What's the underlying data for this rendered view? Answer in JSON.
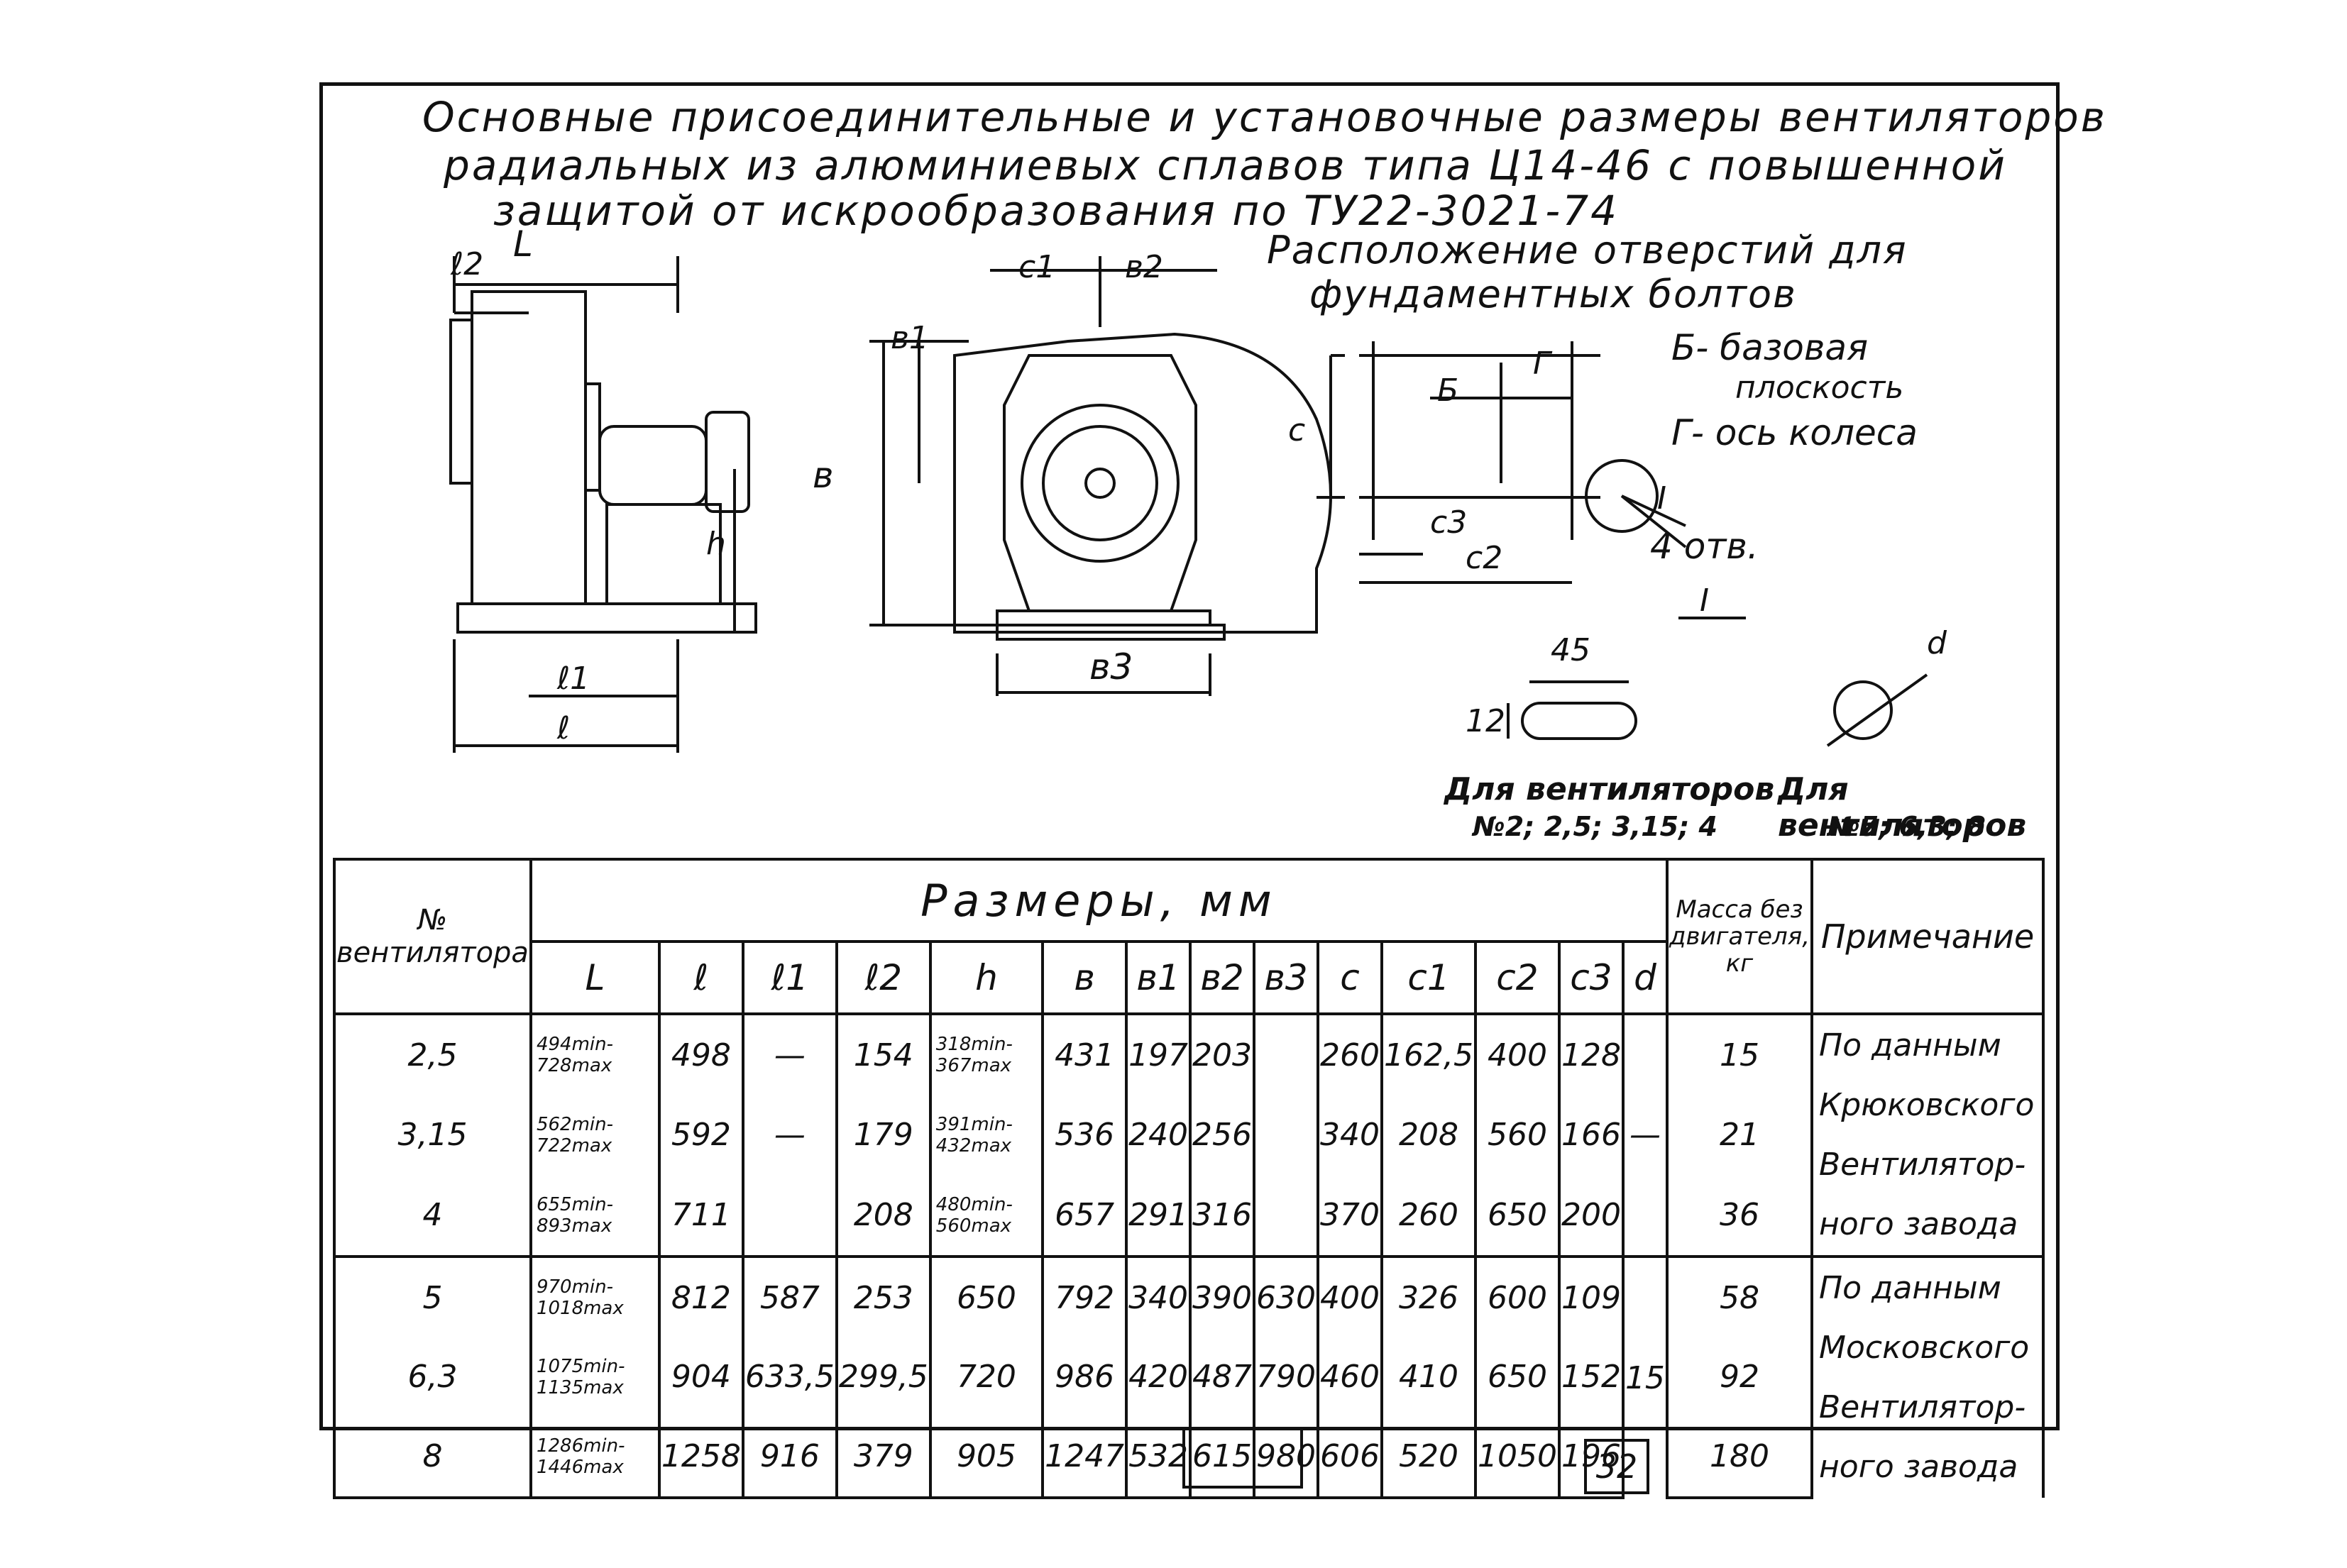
{
  "title": {
    "line1": "Основные присоединительные и установочные размеры вентиляторов",
    "line2": "радиальных из алюминиевых сплавов типа Ц14-46 с повышенной",
    "line3": "защитой от искрообразования по ТУ22-3021-74"
  },
  "holes": {
    "heading1": "Расположение отверстий для",
    "heading2": "фундаментных болтов",
    "legend_b": "Б- базовая",
    "legend_b2": "плоскость",
    "legend_g": "Г- ось колеса",
    "holes_count": "4 отв.",
    "detail": "I",
    "caption_left1": "Для вентиляторов",
    "caption_left2": "№2; 2,5; 3,15; 4",
    "caption_right1": "Для вентиляторов",
    "caption_right2": "№5; 6,3; 8"
  },
  "dims": {
    "L": "L",
    "l": "ℓ",
    "l1": "ℓ1",
    "l2": "ℓ2",
    "h": "h",
    "b": "в",
    "b1": "в1",
    "b2": "в2",
    "b3": "в3",
    "c": "с",
    "c1": "с1",
    "c2": "с2",
    "c3": "с3",
    "B": "Б",
    "G": "Г",
    "d": "d",
    "slot_len": "45",
    "slot_w": "12"
  },
  "table": {
    "col_n": "№ вентилятора",
    "sizes_header": "Размеры, мм",
    "mass_header": "Масса без двигателя, кг",
    "note_header": "Примечание",
    "columns": [
      "L",
      "ℓ",
      "ℓ1",
      "ℓ2",
      "h",
      "в",
      "в1",
      "в2",
      "в3",
      "с",
      "с1",
      "с2",
      "с3",
      "d"
    ],
    "rows": [
      {
        "n": "2,5",
        "L": "494min-728max",
        "l": "498",
        "l1": "—",
        "l2": "154",
        "h": "318min-367max",
        "b": "431",
        "b1": "197",
        "b2": "203",
        "b3": "",
        "c": "260",
        "c1": "162,5",
        "c2": "400",
        "c3": "128",
        "d": "",
        "mass": "15"
      },
      {
        "n": "3,15",
        "L": "562min-722max",
        "l": "592",
        "l1": "—",
        "l2": "179",
        "h": "391min-432max",
        "b": "536",
        "b1": "240",
        "b2": "256",
        "b3": "",
        "c": "340",
        "c1": "208",
        "c2": "560",
        "c3": "166",
        "d": "—",
        "mass": "21"
      },
      {
        "n": "4",
        "L": "655min-893max",
        "l": "711",
        "l1": "",
        "l2": "208",
        "h": "480min-560max",
        "b": "657",
        "b1": "291",
        "b2": "316",
        "b3": "",
        "c": "370",
        "c1": "260",
        "c2": "650",
        "c3": "200",
        "d": "",
        "mass": "36"
      },
      {
        "n": "5",
        "L": "970min-1018max",
        "l": "812",
        "l1": "587",
        "l2": "253",
        "h": "650",
        "b": "792",
        "b1": "340",
        "b2": "390",
        "b3": "630",
        "c": "400",
        "c1": "326",
        "c2": "600",
        "c3": "109",
        "d": "",
        "mass": "58"
      },
      {
        "n": "6,3",
        "L": "1075min-1135max",
        "l": "904",
        "l1": "633,5",
        "l2": "299,5",
        "h": "720",
        "b": "986",
        "b1": "420",
        "b2": "487",
        "b3": "790",
        "c": "460",
        "c1": "410",
        "c2": "650",
        "c3": "152",
        "d": "15",
        "mass": "92"
      },
      {
        "n": "8",
        "L": "1286min-1446max",
        "l": "1258",
        "l1": "916",
        "l2": "379",
        "h": "905",
        "b": "1247",
        "b1": "532",
        "b2": "615",
        "b3": "980",
        "c": "606",
        "c1": "520",
        "c2": "1050",
        "c3": "196",
        "d": "",
        "mass": "180"
      }
    ],
    "notes": {
      "group1": [
        "По данным",
        "Крюковского",
        "Вентилятор-",
        "ного завода"
      ],
      "group2": [
        "По данным",
        "Московского",
        "Вентилятор-",
        "ного завода"
      ]
    }
  },
  "page_number": "32"
}
